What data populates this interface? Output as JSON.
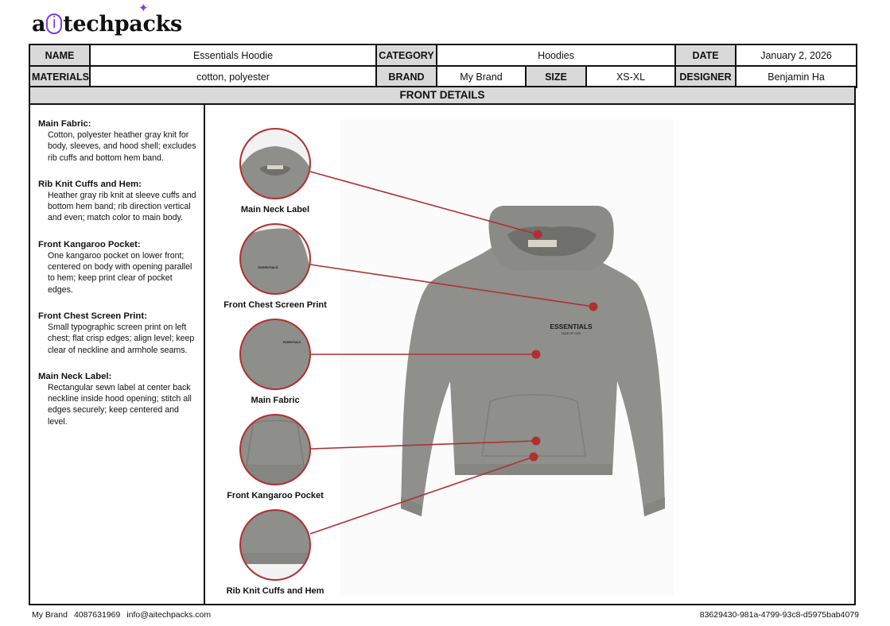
{
  "brand_logo": {
    "prefix": "a",
    "i_letter": "i",
    "suffix": "techpacks"
  },
  "header": {
    "name_label": "NAME",
    "name_value": "Essentials Hoodie",
    "category_label": "CATEGORY",
    "category_value": "Hoodies",
    "date_label": "DATE",
    "date_value": "January 2, 2026",
    "materials_label": "MATERIALS",
    "materials_value": "cotton, polyester",
    "brand_label": "BRAND",
    "brand_value": "My Brand",
    "size_label": "SIZE",
    "size_value": "XS-XL",
    "designer_label": "DESIGNER",
    "designer_value": "Benjamin Ha"
  },
  "section_title": "FRONT DETAILS",
  "notes": [
    {
      "title": "Main Fabric:",
      "text": "Cotton, polyester heather gray knit for body, sleeves, and hood shell; excludes rib cuffs and bottom hem band."
    },
    {
      "title": "Rib Knit Cuffs and Hem:",
      "text": "Heather gray rib knit at sleeve cuffs and bottom hem band; rib direction vertical and even; match color to main body."
    },
    {
      "title": "Front Kangaroo Pocket:",
      "text": "One kangaroo pocket on lower front; centered on body with opening parallel to hem; keep print clear of pocket edges."
    },
    {
      "title": "Front Chest Screen Print:",
      "text": "Small typographic screen print on left chest; flat crisp edges; align level; keep clear of neckline and armhole seams."
    },
    {
      "title": "Main Neck Label:",
      "text": "Rectangular sewn label at center back neckline inside hood opening; stitch all edges securely; keep centered and level."
    }
  ],
  "callouts": [
    {
      "label": "Main Neck Label"
    },
    {
      "label": "Front Chest Screen Print"
    },
    {
      "label": "Main Fabric"
    },
    {
      "label": "Front Kangaroo Pocket"
    },
    {
      "label": "Rib Knit Cuffs and Hem"
    }
  ],
  "garment_print": {
    "main": "ESSENTIALS",
    "sub": "FEAR OF GOD"
  },
  "footer": {
    "brand": "My Brand",
    "phone": "4087631969",
    "email": "info@aitechpacks.com",
    "doc_id": "83629430-981a-4799-93c8-d5975bab4079"
  },
  "colors": {
    "accent": "#7b3fe4",
    "callout": "#b03030",
    "garment": "#8e8e8b",
    "label_bg": "#d9d9d9"
  }
}
